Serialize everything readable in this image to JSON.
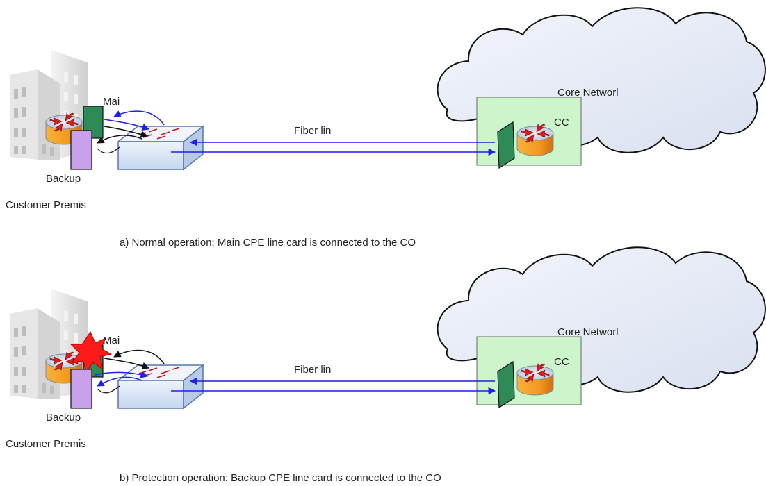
{
  "panels": [
    {
      "id": "a",
      "main_label": "Mai",
      "backup_label": "Backup",
      "premises_label": "Customer Premis",
      "fiber_label": "Fiber lin",
      "core_label": "Core Networl",
      "co_label": "CC",
      "caption": "a) Normal operation: Main CPE line card is connected to the CO",
      "main_card_failed": false
    },
    {
      "id": "b",
      "main_label": "Mai",
      "backup_label": "Backup",
      "premises_label": "Customer Premis",
      "fiber_label": "Fiber lin",
      "core_label": "Core Networl",
      "co_label": "CC",
      "caption": "b) Protection operation: Backup CPE line card is connected to the CO",
      "main_card_failed": true
    }
  ],
  "colors": {
    "link": "#1f1fe6",
    "main_card": "#2e8b57",
    "backup_card": "#c9a0ec",
    "co_box": "#ccf5cc",
    "cloud": "#e6ebf5",
    "failure_star": "#ff1a1a",
    "router": "#f0a030"
  }
}
